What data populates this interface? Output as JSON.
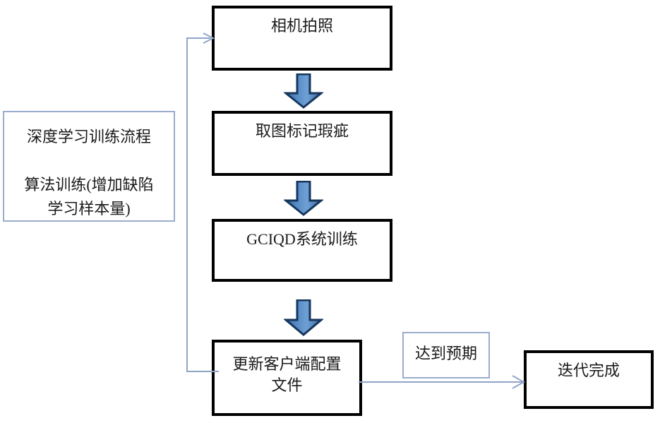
{
  "diagram": {
    "title_note": {
      "name": "deep-learning-training-process-note",
      "line1": "深度学习训练流程",
      "line2": "算法训练(增加缺陷\n学习样本量)",
      "border_color": "#9aaccd"
    },
    "nodes": [
      {
        "id": "camera",
        "label": "相机拍照",
        "border_color": "#000000"
      },
      {
        "id": "mark",
        "label": "取图标记瑕疵",
        "border_color": "#000000"
      },
      {
        "id": "train",
        "label": "GCIQD系统训练",
        "border_color": "#000000"
      },
      {
        "id": "update",
        "label": "更新客户端配置\n文件",
        "border_color": "#000000"
      },
      {
        "id": "done",
        "label": "迭代完成",
        "border_color": "#000000"
      }
    ],
    "notes": [
      {
        "id": "expect",
        "label": "达到预期",
        "border_color": "#9aaccd"
      }
    ],
    "arrows": [
      {
        "id": "arrow-camera-to-mark",
        "kind": "block-arrow-down",
        "fill": "#4a7ebb",
        "outline": "#16365c"
      },
      {
        "id": "arrow-mark-to-train",
        "kind": "block-arrow-down",
        "fill": "#4a7ebb",
        "outline": "#16365c"
      },
      {
        "id": "arrow-train-to-update",
        "kind": "block-arrow-down",
        "fill": "#4a7ebb",
        "outline": "#16365c"
      },
      {
        "id": "arrow-update-to-camera",
        "kind": "feedback-loop",
        "stroke": "#8fa5c8"
      },
      {
        "id": "arrow-update-to-done",
        "kind": "straight-right",
        "stroke": "#8fa5c8"
      }
    ]
  }
}
